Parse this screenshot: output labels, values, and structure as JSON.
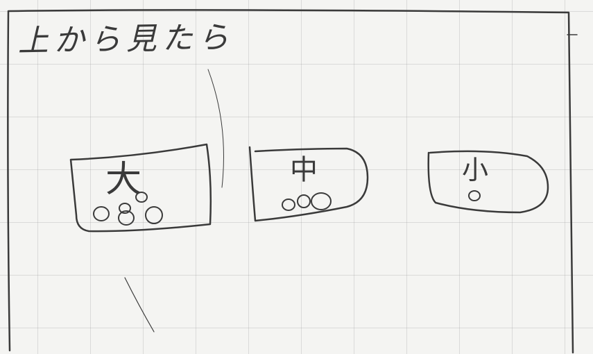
{
  "title": "上から見たら",
  "containers": [
    {
      "label": "大",
      "circle_count": 5
    },
    {
      "label": "中",
      "circle_count": 3
    },
    {
      "label": "小",
      "circle_count": 1
    }
  ]
}
